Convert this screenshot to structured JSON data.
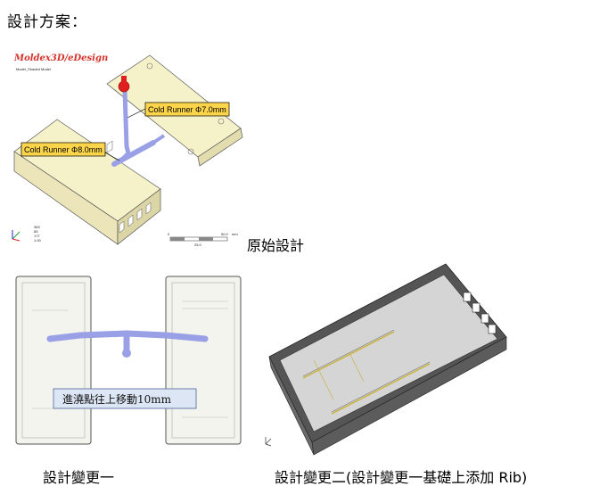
{
  "heading": "設計方案：",
  "figure_original": {
    "brand": "Moldex3D/eDesign",
    "subtitle": "Model_Shaded Model",
    "runner_callouts": [
      "Cold Runner Φ7.0mm",
      "Cold Runner Φ8.0mm"
    ],
    "axis_values": [
      "383",
      "65",
      "177",
      "1.00"
    ],
    "scale_labels": [
      "0",
      "50.0",
      "mm",
      "25.0"
    ],
    "caption": "原始設計"
  },
  "figure_change1": {
    "note": "進澆點往上移動10mm",
    "caption": "設計變更一"
  },
  "figure_change2": {
    "caption": "設計變更二(設計變更一基礎上添加 Rib)"
  },
  "colors": {
    "part_fill": "#f5f1c8",
    "runner": "#9aa0e6",
    "callout_fill": "#fcd54a",
    "gate": "#e0201e"
  }
}
